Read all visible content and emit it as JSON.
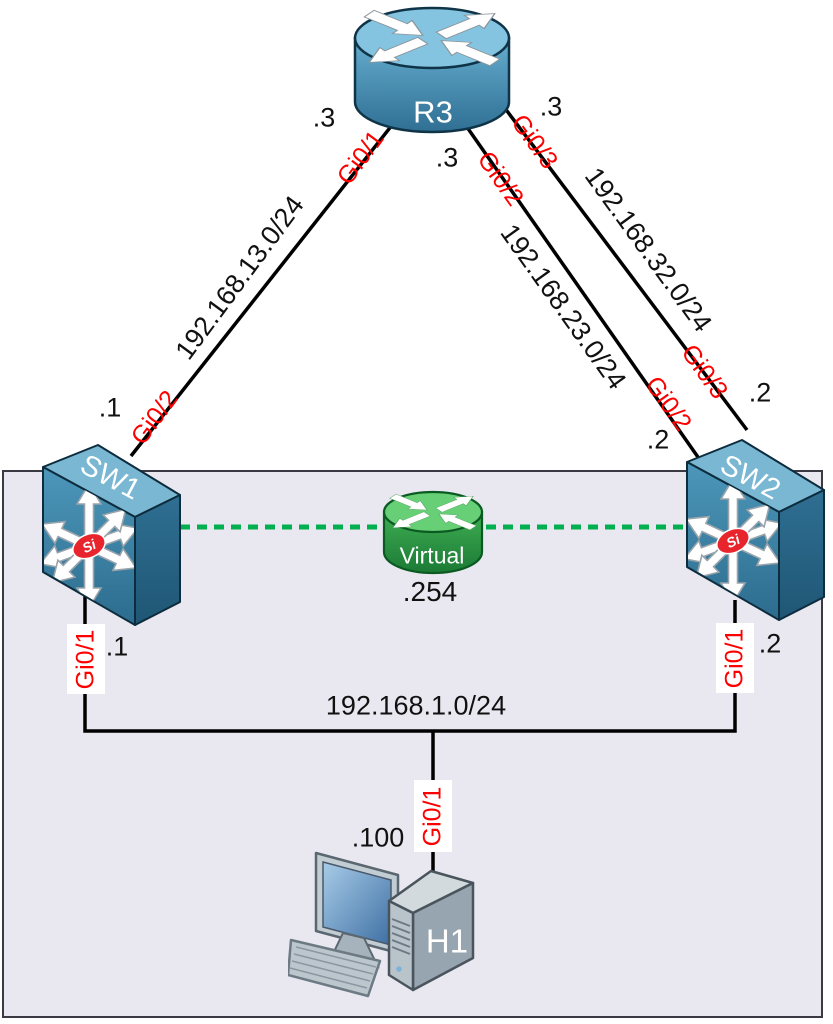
{
  "diagram_type": "network-topology",
  "devices": {
    "r3": {
      "label": "R3"
    },
    "sw1": {
      "label": "SW1",
      "badge": "Si"
    },
    "sw2": {
      "label": "SW2",
      "badge": "Si"
    },
    "virtual": {
      "label": "Virtual",
      "address": ".254"
    },
    "h1": {
      "label": "H1",
      "address": ".100"
    }
  },
  "links": {
    "r3_sw1": {
      "subnet": "192.168.13.0/24",
      "r3_interface": "Gi0/1",
      "r3_address": ".3",
      "sw1_interface": "Gi0/2",
      "sw1_address": ".1"
    },
    "r3_sw2_a": {
      "subnet": "192.168.23.0/24",
      "r3_interface": "Gi0/2",
      "r3_address": ".3",
      "sw2_interface": "Gi0/2",
      "sw2_address": ".2"
    },
    "r3_sw2_b": {
      "subnet": "192.168.32.0/24",
      "r3_interface": "Gi0/3",
      "r3_address": ".3",
      "sw2_interface": "Gi0/3",
      "sw2_address": ".2"
    },
    "lan": {
      "subnet": "192.168.1.0/24",
      "sw1_interface": "Gi0/1",
      "sw1_address": ".1",
      "sw2_interface": "Gi0/1",
      "sw2_address": ".2",
      "h1_interface": "Gi0/1"
    }
  },
  "colors": {
    "interface_label": "#fe0000",
    "link_line": "#000000",
    "vlan_dashed_line": "#00b050",
    "lan_box_fill": "#e9e7ef",
    "lan_box_border": "#3a3a42",
    "router_blue": "#4b95ba",
    "switch_blue": "#3f86ab",
    "virtual_green": "#2fa84f",
    "pc_gray": "#9aa8b2"
  }
}
